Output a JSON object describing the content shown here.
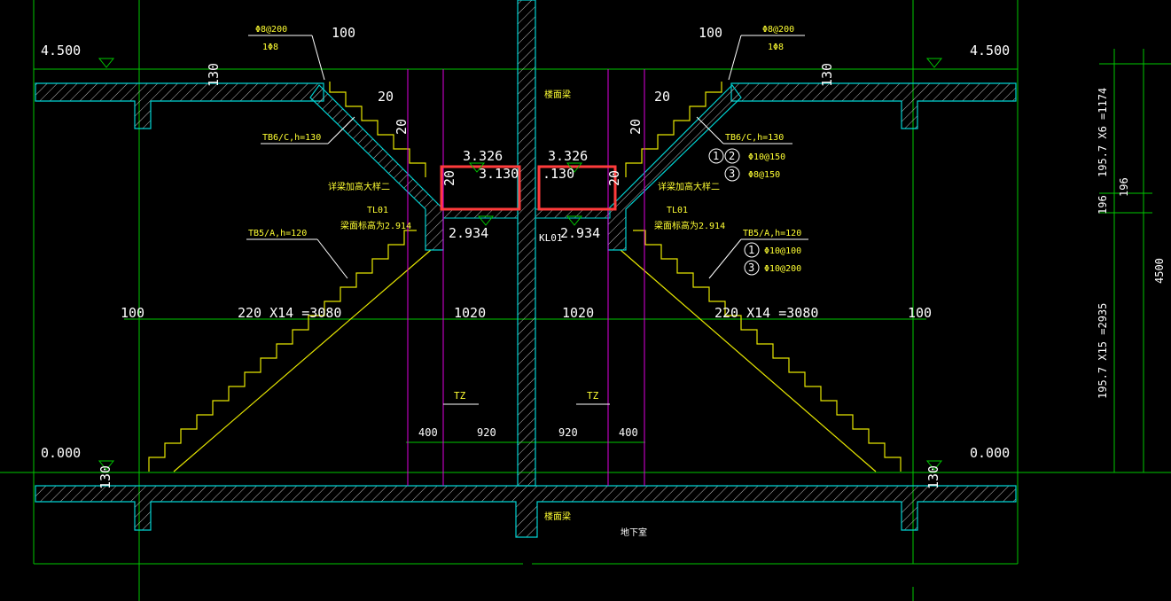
{
  "colors": {
    "background": "#000000",
    "grid": "#00c800",
    "wall": "#00d2d2",
    "stair": "#e6e600",
    "axis": "#e000e0",
    "text": "#ffffff",
    "note": "#ffff33",
    "highlight": "#ff3b3b",
    "hatch": "#bdbdbd"
  },
  "elevations": {
    "top_left": "4.500",
    "top_right": "4.500",
    "bottom_left": "0.000",
    "bottom_right": "0.000",
    "landing_left": "3.326",
    "landing_right": "3.326",
    "beam_top_left": "3.130",
    "beam_top_right": ".130",
    "landing_low_left": "2.934",
    "landing_low_right": "2.934"
  },
  "dimensions": {
    "top_100_left": "100",
    "top_100_right": "100",
    "slab_130_top_left": "130",
    "slab_130_top_right": "130",
    "slab_130_bottom_left": "130",
    "slab_130_bottom_right": "130",
    "step_20_left": "20",
    "step_20_left_v": "20",
    "step_20_right": "20",
    "step_20_right_v": "20",
    "beam_20_left": "20",
    "beam_20_right": "20",
    "span_left": "220 X14 =3080",
    "span_right": "220 X14 =3080",
    "mid_left": "1020",
    "mid_right": "1020",
    "edge_left": "100",
    "edge_right": "100",
    "tz_400_left": "400",
    "tz_920_left": "920",
    "tz_920_right": "920",
    "tz_400_right": "400",
    "vert_top": "195.7 X6 =1174",
    "vert_mid": "196",
    "vert_mid2": "196",
    "vert_bottom": "195.7 X15 =2935",
    "vert_total": "4500"
  },
  "notes": {
    "rebar_top_left": "Φ8@200",
    "rebar_top_left_2": "1Φ8",
    "rebar_top_right": "Φ8@200",
    "rebar_top_right_2": "1Φ8",
    "tb6_left": "TB6/C,h=130",
    "tb6_right": "TB6/C,h=130",
    "tb5_left": "TB5/A,h=120",
    "tb5_right": "TB5/A,h=120",
    "beam_note_left": "详梁加高大样二",
    "beam_note_right": "详梁加高大样二",
    "tl01_left": "TL01",
    "tl01_right": "TL01",
    "beam_elev_left": "梁面标高为2.914",
    "beam_elev_right": "梁面标高为2.914",
    "kl01": "KL01",
    "floor_beam_top": "楼面梁",
    "floor_beam_bottom": "楼面梁",
    "basement": "地下室",
    "tz_left": "TZ",
    "tz_right": "TZ",
    "circle_1": "1",
    "circle_2": "2",
    "circle_3": "3",
    "circle_1b": "1",
    "circle_3b": "3",
    "rebar_tb6_a": "Φ10@150",
    "rebar_tb6_b": "Φ8@150",
    "rebar_tb5_a": "Φ10@100",
    "rebar_tb5_b": "Φ10@200"
  }
}
